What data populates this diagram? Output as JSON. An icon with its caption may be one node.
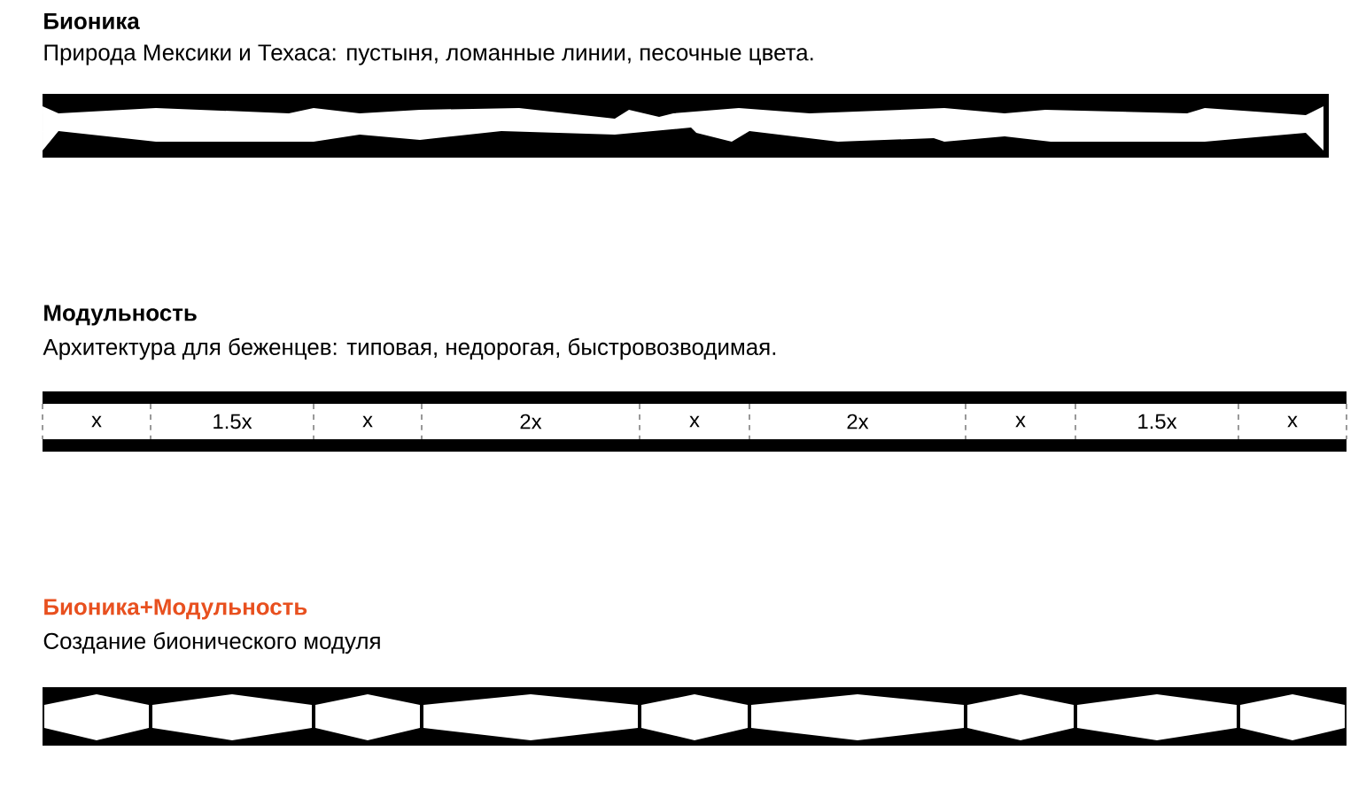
{
  "diagram": {
    "nodes": [
      {
        "text": [
          "x"
        ]
      },
      {
        "text": [
          "1.5x"
        ]
      },
      {
        "text": [
          "x"
        ]
      },
      {
        "text": [
          "2x"
        ]
      },
      {
        "text": [
          "x"
        ]
      },
      {
        "text": [
          "2x"
        ]
      },
      {
        "text": [
          "x"
        ]
      },
      {
        "text": [
          "1.5x"
        ]
      },
      {
        "text": [
          "x"
        ]
      }
    ],
    "labels": [
      "Бионика",
      "Природа Мексики и Техаса: пустыня, ломанные линии, песочные цвета.",
      "Модульность",
      "Архитектура для беженцев: типовая, недорогая, быстровозводимая.",
      "Бионика+Модульность",
      "Создание бионического модуля"
    ]
  }
}
